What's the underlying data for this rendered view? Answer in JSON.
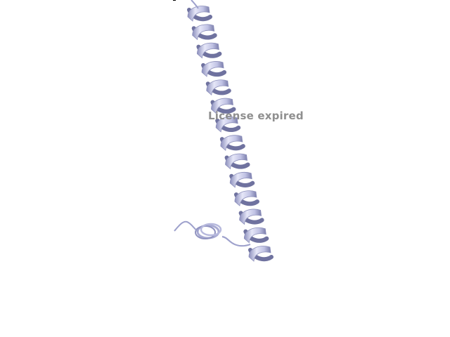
{
  "watermark": {
    "text": "License expired"
  },
  "structure": {
    "representation": "cartoon",
    "secondary_structure": "alpha-helix",
    "ribbon_color": "#c4c6e8",
    "ribbon_shadow": "#7c7fae",
    "background": "#ffffff"
  }
}
